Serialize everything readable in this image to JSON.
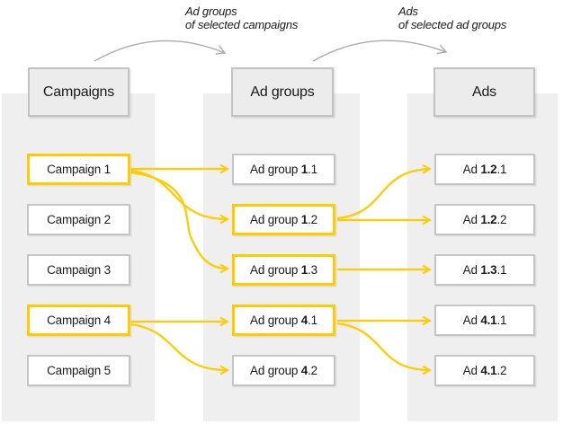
{
  "palette": {
    "accent": "#FFCC00",
    "strip": "#EFEFEF",
    "item_fill": "#FFFFFF",
    "item_border": "#C4C4C4",
    "header_fill": "#ECECEC",
    "header_border": "#C2C2C2",
    "connector_gray": "#ABABAB",
    "text": "#1A1A1A"
  },
  "annotations": [
    {
      "line1": "Ad groups",
      "line2": "of selected campaigns"
    },
    {
      "line1": "Ads",
      "line2": "of selected ad groups"
    }
  ],
  "columns": {
    "campaigns": {
      "header": "Campaigns",
      "items": [
        {
          "label": "Campaign 1",
          "selected": true
        },
        {
          "label": "Campaign 2",
          "selected": false
        },
        {
          "label": "Campaign 3",
          "selected": false
        },
        {
          "label": "Campaign 4",
          "selected": true
        },
        {
          "label": "Campaign 5",
          "selected": false
        }
      ]
    },
    "ad_groups": {
      "header": "Ad groups",
      "items": [
        {
          "prefix": "Ad group ",
          "bold": "1",
          "suffix": ".1",
          "selected": false
        },
        {
          "prefix": "Ad group ",
          "bold": "1",
          "suffix": ".2",
          "selected": true
        },
        {
          "prefix": "Ad group ",
          "bold": "1",
          "suffix": ".3",
          "selected": true
        },
        {
          "prefix": "Ad group ",
          "bold": "4",
          "suffix": ".1",
          "selected": true
        },
        {
          "prefix": "Ad group ",
          "bold": "4",
          "suffix": ".2",
          "selected": false
        }
      ]
    },
    "ads": {
      "header": "Ads",
      "items": [
        {
          "prefix": "Ad ",
          "bold": "1.2",
          "suffix": ".1",
          "selected": false
        },
        {
          "prefix": "Ad ",
          "bold": "1.2",
          "suffix": ".2",
          "selected": false
        },
        {
          "prefix": "Ad ",
          "bold": "1.3",
          "suffix": ".1",
          "selected": false
        },
        {
          "prefix": "Ad ",
          "bold": "4.1",
          "suffix": ".1",
          "selected": false
        },
        {
          "prefix": "Ad ",
          "bold": "4.1",
          "suffix": ".2",
          "selected": false
        }
      ]
    }
  },
  "connections": {
    "campaign_to_ad_group": [
      [
        "Campaign 1",
        "Ad group 1.1"
      ],
      [
        "Campaign 1",
        "Ad group 1.2"
      ],
      [
        "Campaign 1",
        "Ad group 1.3"
      ],
      [
        "Campaign 4",
        "Ad group 4.1"
      ],
      [
        "Campaign 4",
        "Ad group 4.2"
      ]
    ],
    "ad_group_to_ad": [
      [
        "Ad group 1.2",
        "Ad 1.2.1"
      ],
      [
        "Ad group 1.2",
        "Ad 1.2.2"
      ],
      [
        "Ad group 1.3",
        "Ad 1.3.1"
      ],
      [
        "Ad group 4.1",
        "Ad 4.1.1"
      ],
      [
        "Ad group 4.1",
        "Ad 4.1.2"
      ]
    ]
  }
}
